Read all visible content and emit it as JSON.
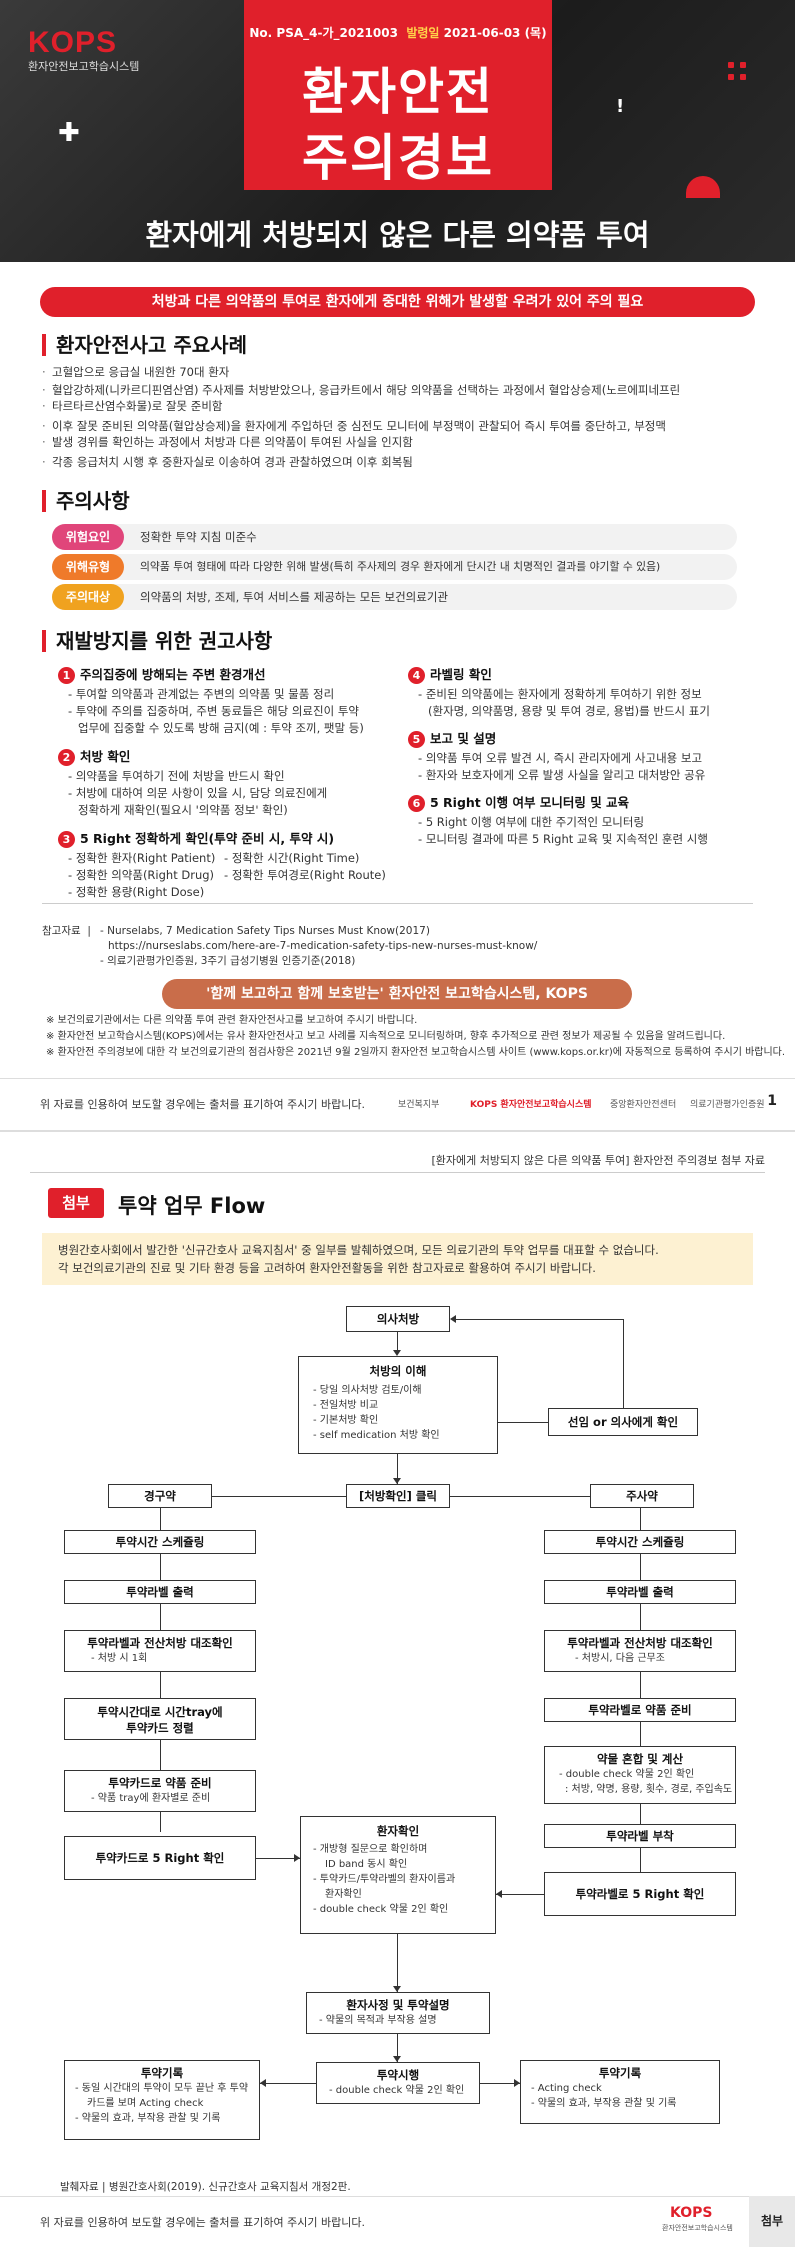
{
  "header": {
    "logo": "KOPS",
    "logo_sub": "환자안전보고학습시스템",
    "doc_no": "No. PSA_4-가_2021003",
    "issue_label": "발령일",
    "issue_date": "2021-06-03 (목)",
    "title_line1": "환자안전",
    "title_line2": "주의경보",
    "subtitle": "환자에게 처방되지 않은 다른 의약품 투여"
  },
  "band": "처방과 다른 의약품의 투여로 환자에게 중대한 위해가 발생할 우려가 있어 주의 필요",
  "sections": {
    "case_title": "환자안전사고 주요사례",
    "cases": [
      "고혈압으로 응급실 내원한 70대 환자",
      "혈압강하제(니카르디핀염산염) 주사제를 처방받았으나, 응급카트에서 해당 의약품을 선택하는 과정에서 혈압상승제(노르에피네프린",
      "타르타르산염수화물)로 잘못 준비함",
      "이후 잘못 준비된 의약품(혈압상승제)을 환자에게 주입하던 중 심전도 모니터에 부정맥이 관찰되어 즉시 투여를 중단하고, 부정맥",
      "발생 경위를 확인하는 과정에서 처방과 다른 의약품이 투여된 사실을 인지함",
      "각종 응급처치 시행 후 중환자실로 이송하여 경과 관찰하였으며 이후 회복됨"
    ],
    "caution_title": "주의사항",
    "cautions": [
      {
        "tag": "위험요인",
        "text": "정확한 투약 지침 미준수",
        "color": "#e0457a"
      },
      {
        "tag": "위해유형",
        "text": "의약품 투여 형태에 따라 다양한 위해 발생(특히 주사제의 경우 환자에게 단시간 내 치명적인 결과를 야기할 수 있음)",
        "color": "#ef7a2a"
      },
      {
        "tag": "주의대상",
        "text": "의약품의 처방, 조제, 투여 서비스를 제공하는 모든 보건의료기관",
        "color": "#f0a21f"
      }
    ],
    "rec_title": "재발방지를 위한 권고사항",
    "recs_left": [
      {
        "n": "1",
        "title": "주의집중에 방해되는 주변 환경개선",
        "items": [
          "투여할 의약품과 관계없는 주변의 의약품 및 물품 정리",
          "투약에 주의를 집중하며, 주변 동료들은 해당 의료진이 투약",
          "업무에 집중할 수 있도록 방해 금지(예 : 투약 조끼, 팻말 등)"
        ]
      },
      {
        "n": "2",
        "title": "처방 확인",
        "items": [
          "의약품을 투여하기 전에 처방을 반드시 확인",
          "처방에 대하여 의문 사항이 있을 시, 담당 의료진에게",
          "정확하게 재확인(필요시 '의약품 정보' 확인)"
        ]
      },
      {
        "n": "3",
        "title": "5 Right 정확하게 확인(투약 준비 시, 투약 시)",
        "items": [
          "정확한 환자(Right Patient)",
          "정확한 시간(Right Time)",
          "정확한 의약품(Right Drug)",
          "정확한 투여경로(Right Route)",
          "정확한 용량(Right Dose)"
        ]
      }
    ],
    "recs_right": [
      {
        "n": "4",
        "title": "라벨링 확인",
        "items": [
          "준비된 의약품에는 환자에게 정확하게 투여하기 위한 정보",
          "(환자명, 의약품명, 용량 및 투여 경로, 용법)를 반드시 표기"
        ]
      },
      {
        "n": "5",
        "title": "보고 및 설명",
        "items": [
          "의약품 투여 오류 발견 시, 즉시 관리자에게 사고내용 보고",
          "환자와 보호자에게 오류 발생 사실을 알리고 대처방안 공유"
        ]
      },
      {
        "n": "6",
        "title": "5 Right 이행 여부 모니터링 및 교육",
        "items": [
          "5 Right 이행 여부에 대한 주기적인 모니터링",
          "모니터링 결과에 따른 5 Right 교육 및 지속적인 훈련 시행"
        ]
      }
    ]
  },
  "refs": {
    "label": "참고자료",
    "r1": "Nurselabs, 7 Medication Safety Tips Nurses Must Know(2017)",
    "r1url": "https://nurseslabs.com/here-are-7-medication-safety-tips-new-nurses-must-know/",
    "r2": "의료기관평가인증원, 3주기 급성기병원 인증기준(2018)"
  },
  "slogan": "'함께 보고하고 함께 보호받는' 환자안전 보고학습시스템, KOPS",
  "notes": [
    "※ 보건의료기관에서는 다른 의약품 투여 관련 환자안전사고를 보고하여 주시기 바랍니다.",
    "※ 환자안전 보고학습시스템(KOPS)에서는 유사 환자안전사고 보고 사례를 지속적으로 모니터링하며, 향후 추가적으로 관련 정보가 제공될 수 있음을 알려드립니다.",
    "※ 환자안전 주의경보에 대한 각 보건의료기관의 점검사항은 2021년 9월 2일까지 환자안전 보고학습시스템 사이트 (www.kops.or.kr)에 자동적으로 등록하여 주시기 바랍니다."
  ],
  "footer": {
    "text": "위 자료를 인용하여 보도할 경우에는 출처를 표기하여 주시기 바랍니다.",
    "page": "1",
    "logos": [
      "보건복지부",
      "KOPS 환자안전보고학습시스템",
      "중앙환자안전센터",
      "의료기관평가인증원"
    ]
  },
  "attach": {
    "top": "[환자에게 처방되지 않은 다른 의약품 투여] 환자안전 주의경보 첨부 자료",
    "tag": "첨부",
    "title": "투약 업무 Flow",
    "intro1": "병원간호사회에서 발간한 '신규간호사 교육지침서' 중 일부를 발췌하였으며, 모든 의료기관의 투약 업무를 대표할 수 없습니다.",
    "intro2": "각 보건의료기관의 진료 및 기타 환경 등을 고려하여 환자안전활동을 위한 참고자료로 활용하여 주시기 바랍니다."
  },
  "flow": {
    "order": "의사처방",
    "understand": "처방의 이해",
    "understand_items": [
      "당일 의사처방 검토/이해",
      "전일처방 비교",
      "기본처방 확인",
      "self medication 처방 확인"
    ],
    "confirm": "선임 or 의사에게 확인",
    "oral": "경구약",
    "click": "[처방확인] 클릭",
    "inj": "주사약",
    "L1": "투약시간 스케쥴링",
    "L2": "투약라벨 출력",
    "L3": "투약라벨과 전산처방 대조확인",
    "L3s": "처방 시 1회",
    "L4a": "투약시간대로 시간tray에",
    "L4b": "투약카드 정렬",
    "L5": "투약카드로 약품 준비",
    "L5s": "약품 tray에 환자별로 준비",
    "L6": "투약카드로 5 Right 확인",
    "R1": "투약시간 스케쥴링",
    "R2": "투약라벨 출력",
    "R3": "투약라벨과 전산처방 대조확인",
    "R3s": "처방시, 다음 근무조",
    "R4": "투약라벨로 약품 준비",
    "R5": "약물 혼합 및 계산",
    "R5s1": "double check 약물 2인 확인",
    "R5s2": ": 처방, 약명, 용량, 횟수, 경로, 주입속도",
    "R6": "투약라벨 부착",
    "R7": "투약라벨로 5 Right 확인",
    "P": "환자확인",
    "P_items": [
      "개방형 질문으로 확인하며",
      "ID band 동시 확인",
      "투약카드/투약라벨의 환자이름과",
      "환자확인",
      "double check 약물 2인 확인"
    ],
    "E": "환자사정 및 투약설명",
    "E_s": "약물의 목적과 부작용 설명",
    "A": "투약시행",
    "A_s": "double check 약물 2인 확인",
    "RL": "투약기록",
    "RL_items": [
      "동일 시간대의 투약이 모두 끝난 후 투약",
      "카드를 보며 Acting check",
      "약물의 효과, 부작용 관찰 및 기록"
    ],
    "RR": "투약기록",
    "RR_items": [
      "Acting check",
      "약물의 효과, 부작용 관찰 및 기록"
    ]
  },
  "source": "발췌자료  |   병원간호사회(2019). 신규간호사 교육지침서 개정2판.",
  "footer2": {
    "text": "위 자료를 인용하여 보도할 경우에는 출처를 표기하여 주시기 바랍니다.",
    "logo": "KOPS",
    "logo_sub": "환자안전보고학습시스템",
    "tag": "첨부"
  }
}
